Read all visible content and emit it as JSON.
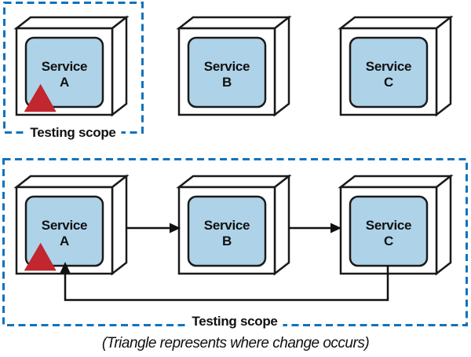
{
  "colors": {
    "screen_blue": "#aed3e8",
    "outline_black": "#1a1a1a",
    "change_marker_red": "#c2262f",
    "scope_dash_blue": "#1173bd",
    "background": "#ffffff"
  },
  "top_section": {
    "scope_label": "Testing scope",
    "services": [
      {
        "line1": "Service",
        "line2": "A"
      },
      {
        "line1": "Service",
        "line2": "B"
      },
      {
        "line1": "Service",
        "line2": "C"
      }
    ],
    "change_marker_on": "Service A"
  },
  "bottom_section": {
    "scope_label": "Testing scope",
    "services": [
      {
        "line1": "Service",
        "line2": "A"
      },
      {
        "line1": "Service",
        "line2": "B"
      },
      {
        "line1": "Service",
        "line2": "C"
      }
    ],
    "change_marker_on": "Service A",
    "connections": [
      {
        "from": "Service A",
        "to": "Service B"
      },
      {
        "from": "Service B",
        "to": "Service C"
      },
      {
        "from": "Service C",
        "to": "Service A"
      }
    ]
  },
  "caption": "(Triangle represents where change occurs)"
}
